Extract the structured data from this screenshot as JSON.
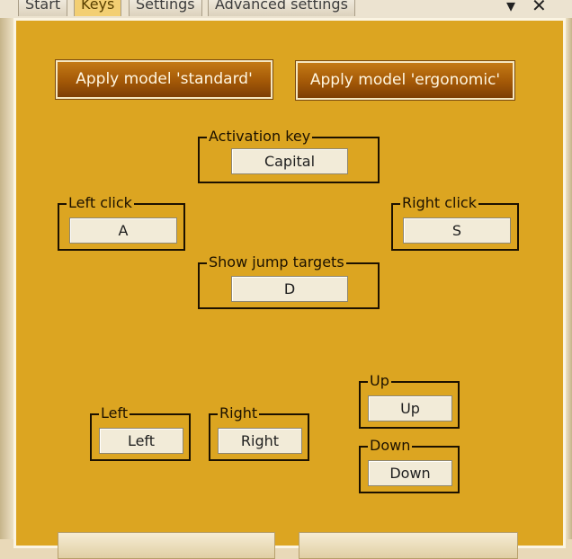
{
  "tabs": [
    {
      "label": "Start",
      "active": false
    },
    {
      "label": "Keys",
      "active": true
    },
    {
      "label": "Settings",
      "active": false
    },
    {
      "label": "Advanced settings",
      "active": false
    }
  ],
  "window_controls": {
    "dropdown_icon": "chevron-down-icon",
    "close_icon": "close-icon",
    "dropdown_glyph": "▾",
    "close_glyph": "✕"
  },
  "model_buttons": {
    "standard": "Apply model 'standard'",
    "ergonomic": "Apply model 'ergonomic'"
  },
  "groups": {
    "activation_key": {
      "legend": "Activation key",
      "value": "Capital"
    },
    "left_click": {
      "legend": "Left click",
      "value": "A"
    },
    "right_click": {
      "legend": "Right click",
      "value": "S"
    },
    "show_jump_targets": {
      "legend": "Show jump targets",
      "value": "D"
    },
    "left": {
      "legend": "Left",
      "value": "Left"
    },
    "right": {
      "legend": "Right",
      "value": "Right"
    },
    "up": {
      "legend": "Up",
      "value": "Up"
    },
    "down": {
      "legend": "Down",
      "value": "Down"
    }
  },
  "colors": {
    "panel": "#dca521",
    "button": "#a35807",
    "active_tab": "#f3cf73"
  }
}
